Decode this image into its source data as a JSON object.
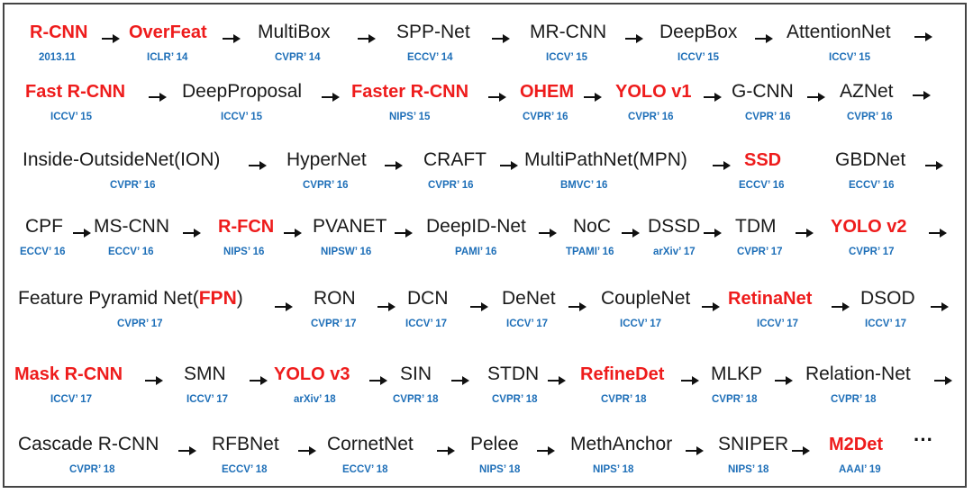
{
  "colors": {
    "highlight": "#ee1c1c",
    "venue": "#1e6fb8",
    "text": "#1a1a1a",
    "border": "#444444"
  },
  "rows": [
    [
      {
        "name": "R-CNN",
        "venue": "2013.11",
        "hl": true
      },
      {
        "name": "OverFeat",
        "venue": "ICLR’ 14",
        "hl": true
      },
      {
        "name": "MultiBox",
        "venue": "CVPR’ 14",
        "hl": false
      },
      {
        "name": "SPP-Net",
        "venue": "ECCV’ 14",
        "hl": false
      },
      {
        "name": "MR-CNN",
        "venue": "ICCV’ 15",
        "hl": false
      },
      {
        "name": "DeepBox",
        "venue": "ICCV’ 15",
        "hl": false
      },
      {
        "name": "AttentionNet",
        "venue": "ICCV’ 15",
        "hl": false
      }
    ],
    [
      {
        "name": "Fast R-CNN",
        "venue": "ICCV’ 15",
        "hl": true
      },
      {
        "name": "DeepProposal",
        "venue": "ICCV’ 15",
        "hl": false
      },
      {
        "name": "Faster R-CNN",
        "venue": "NIPS’ 15",
        "hl": true
      },
      {
        "name": "OHEM",
        "venue": "CVPR’ 16",
        "hl": true
      },
      {
        "name": "YOLO v1",
        "venue": "CVPR’ 16",
        "hl": true
      },
      {
        "name": "G-CNN",
        "venue": "CVPR’ 16",
        "hl": false
      },
      {
        "name": "AZNet",
        "venue": "CVPR’ 16",
        "hl": false
      }
    ],
    [
      {
        "name": "Inside-OutsideNet(ION)",
        "venue": "CVPR’ 16",
        "hl": false
      },
      {
        "name": "HyperNet",
        "venue": "CVPR’ 16",
        "hl": false
      },
      {
        "name": "CRAFT",
        "venue": "CVPR’ 16",
        "hl": false
      },
      {
        "name": "MultiPathNet(MPN)",
        "venue": "BMVC’ 16",
        "hl": false
      },
      {
        "name": "SSD",
        "venue": "ECCV’ 16",
        "hl": true
      },
      {
        "name": "GBDNet",
        "venue": "ECCV’ 16",
        "hl": false
      }
    ],
    [
      {
        "name": "CPF",
        "venue": "ECCV’ 16",
        "hl": false
      },
      {
        "name": "MS-CNN",
        "venue": "ECCV’ 16",
        "hl": false
      },
      {
        "name": "R-FCN",
        "venue": "NIPS’ 16",
        "hl": true
      },
      {
        "name": "PVANET",
        "venue": "NIPSW’ 16",
        "hl": false
      },
      {
        "name": "DeepID-Net",
        "venue": "PAMI’ 16",
        "hl": false
      },
      {
        "name": "NoC",
        "venue": "TPAMI’ 16",
        "hl": false
      },
      {
        "name": "DSSD",
        "venue": "arXiv’ 17",
        "hl": false
      },
      {
        "name": "TDM",
        "venue": "CVPR’ 17",
        "hl": false
      },
      {
        "name": "YOLO v2",
        "venue": "CVPR’ 17",
        "hl": true
      }
    ],
    [
      {
        "name": "Feature Pyramid Net(",
        "name_hl": "FPN",
        "name_end": ")",
        "venue": "CVPR’ 17",
        "hl": false
      },
      {
        "name": "RON",
        "venue": "CVPR’ 17",
        "hl": false
      },
      {
        "name": "DCN",
        "venue": "ICCV’ 17",
        "hl": false
      },
      {
        "name": "DeNet",
        "venue": "ICCV’ 17",
        "hl": false
      },
      {
        "name": "CoupleNet",
        "venue": "ICCV’ 17",
        "hl": false
      },
      {
        "name": "RetinaNet",
        "venue": "ICCV’ 17",
        "hl": true
      },
      {
        "name": "DSOD",
        "venue": "ICCV’ 17",
        "hl": false
      }
    ],
    [
      {
        "name": "Mask R-CNN",
        "venue": "ICCV’ 17",
        "hl": true
      },
      {
        "name": "SMN",
        "venue": "ICCV’ 17",
        "hl": false
      },
      {
        "name": "YOLO v3",
        "venue": "arXiv’ 18",
        "hl": true
      },
      {
        "name": "SIN",
        "venue": "CVPR’ 18",
        "hl": false
      },
      {
        "name": "STDN",
        "venue": "CVPR’ 18",
        "hl": false
      },
      {
        "name": "RefineDet",
        "venue": "CVPR’ 18",
        "hl": true
      },
      {
        "name": "MLKP",
        "venue": "CVPR’ 18",
        "hl": false
      },
      {
        "name": "Relation-Net",
        "venue": "CVPR’ 18",
        "hl": false
      }
    ],
    [
      {
        "name": "Cascade R-CNN",
        "venue": "CVPR’ 18",
        "hl": false
      },
      {
        "name": "RFBNet",
        "venue": "ECCV’ 18",
        "hl": false
      },
      {
        "name": "CornetNet",
        "venue": "ECCV’ 18",
        "hl": false
      },
      {
        "name": "Pelee",
        "venue": "NIPS’ 18",
        "hl": false
      },
      {
        "name": "MethAnchor",
        "venue": "NIPS’ 18",
        "hl": false
      },
      {
        "name": "SNIPER",
        "venue": "NIPS’ 18",
        "hl": false
      },
      {
        "name": "M2Det",
        "venue": "AAAI’ 19",
        "hl": true
      }
    ]
  ],
  "ellipsis": "···"
}
